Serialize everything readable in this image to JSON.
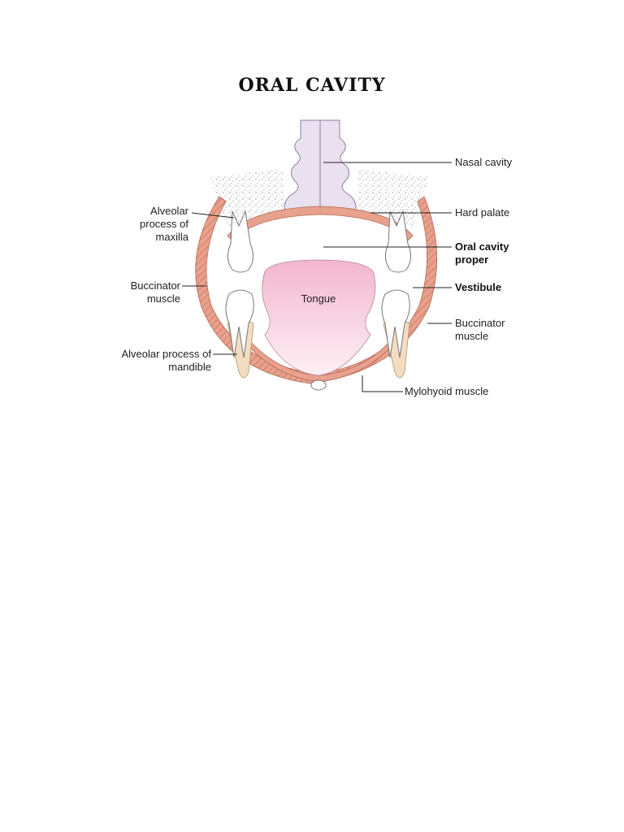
{
  "title": "ORAL CAVITY",
  "diagram": {
    "labels": {
      "nasal_cavity": "Nasal cavity",
      "hard_palate": "Hard palate",
      "oral_cavity_proper_1": "Oral cavity",
      "oral_cavity_proper_2": "proper",
      "vestibule": "Vestibule",
      "buccinator_right_1": "Buccinator",
      "buccinator_right_2": "muscle",
      "mylohyoid": "Mylohyoid muscle",
      "tongue": "Tongue",
      "alveolar_maxilla_1": "Alveolar",
      "alveolar_maxilla_2": "process of",
      "alveolar_maxilla_3": "maxilla",
      "buccinator_left_1": "Buccinator",
      "buccinator_left_2": "muscle",
      "alveolar_mandible_1": "Alveolar process of",
      "alveolar_mandible_2": "mandible"
    },
    "colors": {
      "nasal": "#e9e0f0",
      "muscle": "#e8a18c",
      "muscle_stripe": "#c76f5a",
      "tongue_top": "#f2b6cf",
      "tongue_bottom": "#fdf0f4",
      "tooth": "#ffffff",
      "bone": "#f3dcc0",
      "stipple": "#9a9a9a"
    }
  }
}
